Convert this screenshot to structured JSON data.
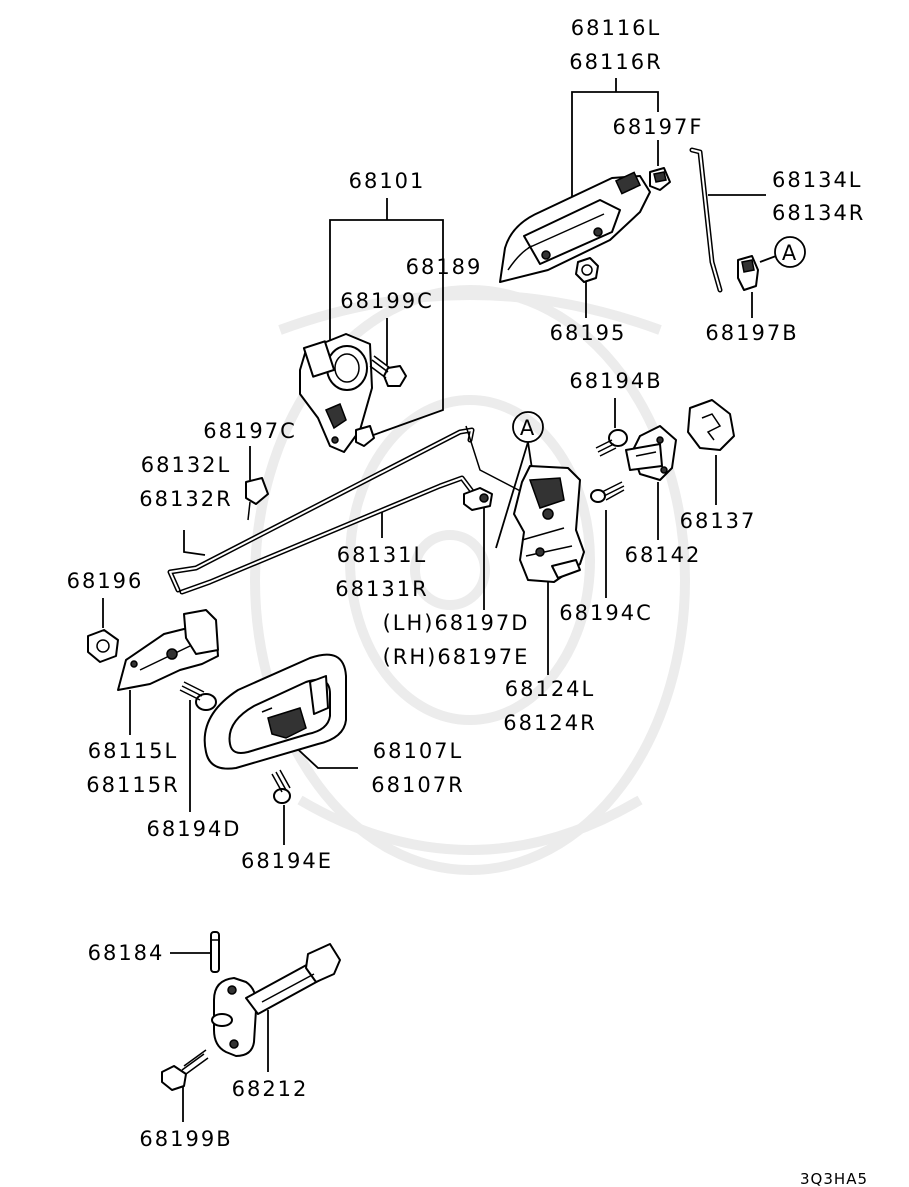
{
  "diagram": {
    "labels": {
      "p68116L": "68116L",
      "p68116R": "68116R",
      "p68197F": "68197F",
      "p68134L": "68134L",
      "p68134R": "68134R",
      "p68101": "68101",
      "p68189": "68189",
      "p68199C": "68199C",
      "p68195": "68195",
      "p68197B": "68197B",
      "p68194B": "68194B",
      "p68197C": "68197C",
      "p68132L": "68132L",
      "p68132R": "68132R",
      "p68137": "68137",
      "p68142": "68142",
      "p68131L": "68131L",
      "p68131R": "68131R",
      "p68196": "68196",
      "p68194C": "68194C",
      "p68197D": "(LH)68197D",
      "p68197E": "(RH)68197E",
      "p68124L": "68124L",
      "p68124R": "68124R",
      "p68115L": "68115L",
      "p68115R": "68115R",
      "p68107L": "68107L",
      "p68107R": "68107R",
      "p68194D": "68194D",
      "p68194E": "68194E",
      "p68184": "68184",
      "p68212": "68212",
      "p68199B": "68199B",
      "ref_a": "A",
      "diagram_code": "3Q3HA5"
    }
  }
}
